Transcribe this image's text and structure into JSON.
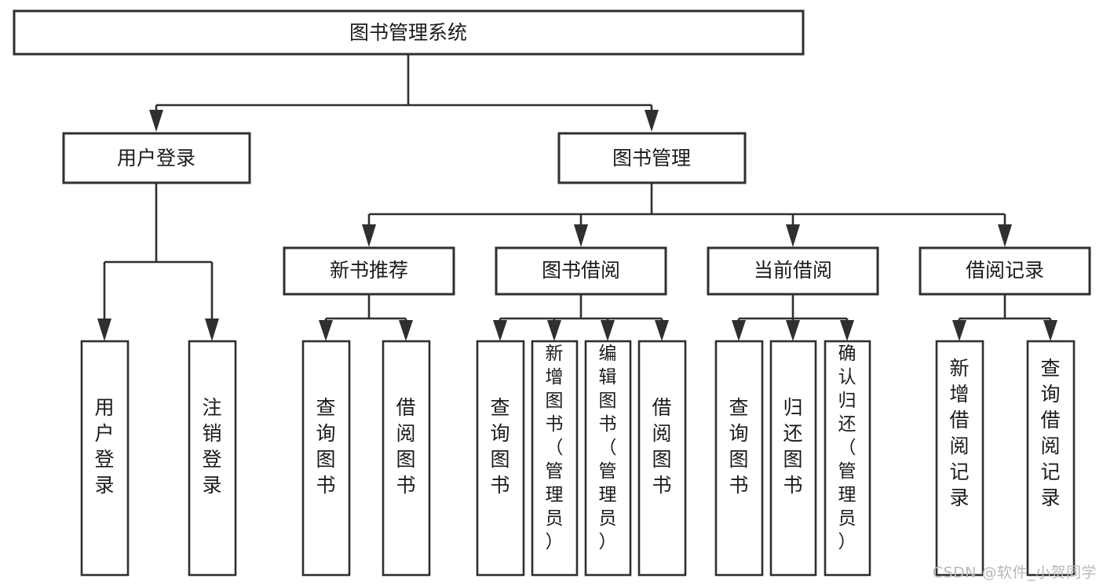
{
  "diagram": {
    "type": "tree-hierarchy-chart",
    "title": "图书管理系统",
    "background_color": "#ffffff",
    "stroke_color": "#2f2f2f",
    "text_color": "#1b1b1b",
    "root": {
      "label": "图书管理系统"
    },
    "level2": [
      {
        "label": "用户登录"
      },
      {
        "label": "图书管理"
      }
    ],
    "level3": [
      {
        "label": "新书推荐"
      },
      {
        "label": "图书借阅"
      },
      {
        "label": "当前借阅"
      },
      {
        "label": "借阅记录"
      }
    ],
    "leaves": {
      "user_login": [
        {
          "label": "用户登录"
        },
        {
          "label": "注销登录"
        }
      ],
      "new_book_recommend": [
        {
          "label": "查询图书"
        },
        {
          "label": "借阅图书"
        }
      ],
      "book_borrow": [
        {
          "label": "查询图书"
        },
        {
          "label": "新增图书（管理员）"
        },
        {
          "label": "编辑图书（管理员）"
        },
        {
          "label": "借阅图书"
        }
      ],
      "current_borrow": [
        {
          "label": "查询图书"
        },
        {
          "label": "归还图书"
        },
        {
          "label": "确认归还（管理员）"
        }
      ],
      "borrow_record": [
        {
          "label": "新增借阅记录"
        },
        {
          "label": "查询借阅记录"
        }
      ]
    }
  },
  "watermark": {
    "text": "CSDN @软件_小贺同学"
  }
}
